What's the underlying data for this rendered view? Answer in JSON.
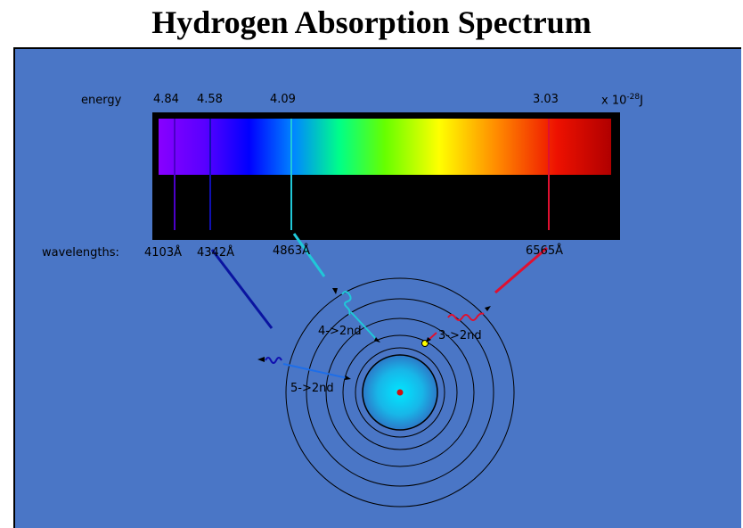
{
  "title": "Hydrogen Absorption Spectrum",
  "energy_label": "energy",
  "energy_values": [
    "4.84",
    "4.58",
    "4.09",
    "3.03"
  ],
  "energy_unit": "x 10",
  "energy_exponent": "-28",
  "energy_unit_suffix": "J",
  "wavelength_label": "wavelengths:",
  "wavelengths": [
    "4103Å",
    "4342Å",
    "4863Å",
    "6565Å"
  ],
  "transitions": [
    "4->2nd",
    "3->2nd",
    "5->2nd"
  ],
  "colors": {
    "background": "#4a76c6",
    "line_4103": "#4b00c8",
    "line_4342": "#1010b0",
    "line_4863": "#20c8d8",
    "line_6565": "#e01030",
    "nucleus": "#d01010",
    "electron": "#ffff00"
  }
}
